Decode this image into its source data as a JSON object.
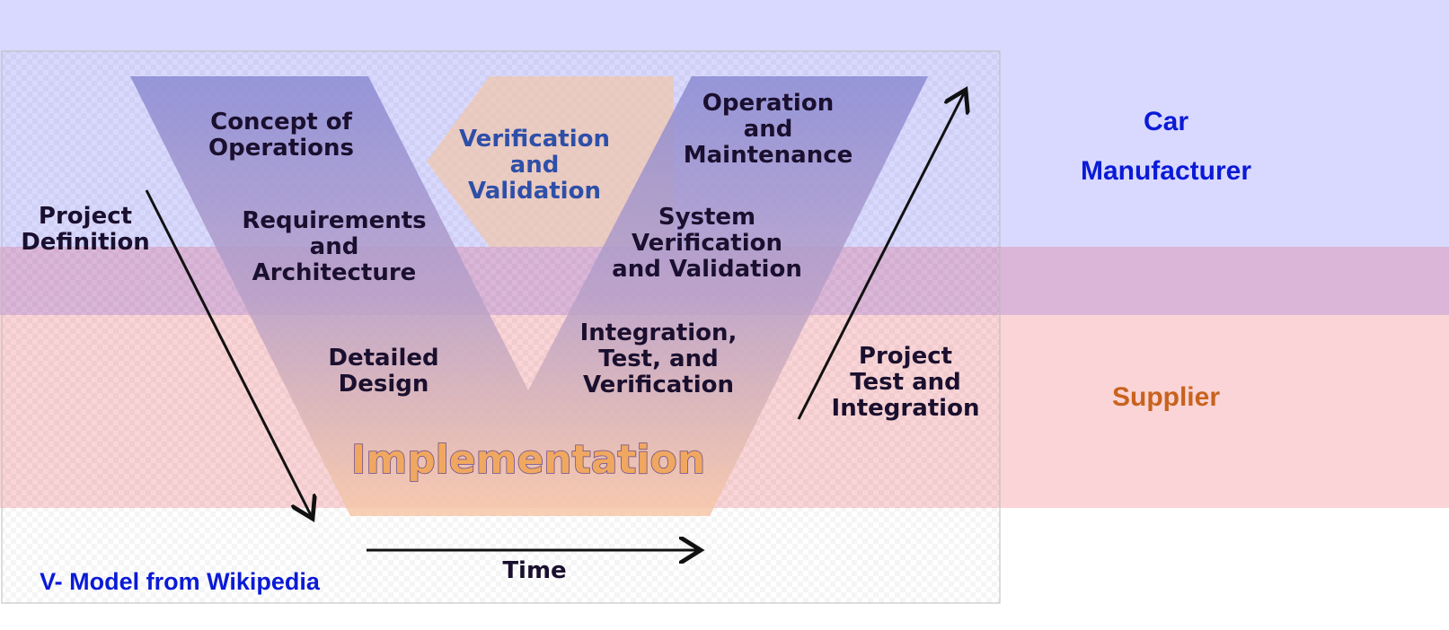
{
  "diagram": {
    "phases_left": [
      [
        "Concept of",
        "Operations"
      ],
      [
        "Requirements",
        "and",
        "Architecture"
      ],
      [
        "Detailed",
        "Design"
      ]
    ],
    "phases_right": [
      [
        "Operation",
        "and",
        "Maintenance"
      ],
      [
        "System",
        "Verification",
        "and Validation"
      ],
      [
        "Integration,",
        "Test, and",
        "Verification"
      ]
    ],
    "bottom": "Implementation",
    "vv_arrow": [
      "Verification",
      "and",
      "Validation"
    ],
    "project_definition": [
      "Project",
      "Definition"
    ],
    "project_test": [
      "Project",
      "Test and",
      "Integration"
    ],
    "time_label": "Time",
    "caption": "V- Model from Wikipedia"
  },
  "bands": {
    "car_manufacturer": [
      "Car",
      "Manufacturer"
    ],
    "supplier": "Supplier"
  },
  "colors": {
    "manufacturer_band": "#d9d9ff",
    "supplier_band": "#fad4d6",
    "overlap_band": "#dbb6d8",
    "label_blue": "#0a1ad6",
    "label_orange": "#c8621e"
  }
}
